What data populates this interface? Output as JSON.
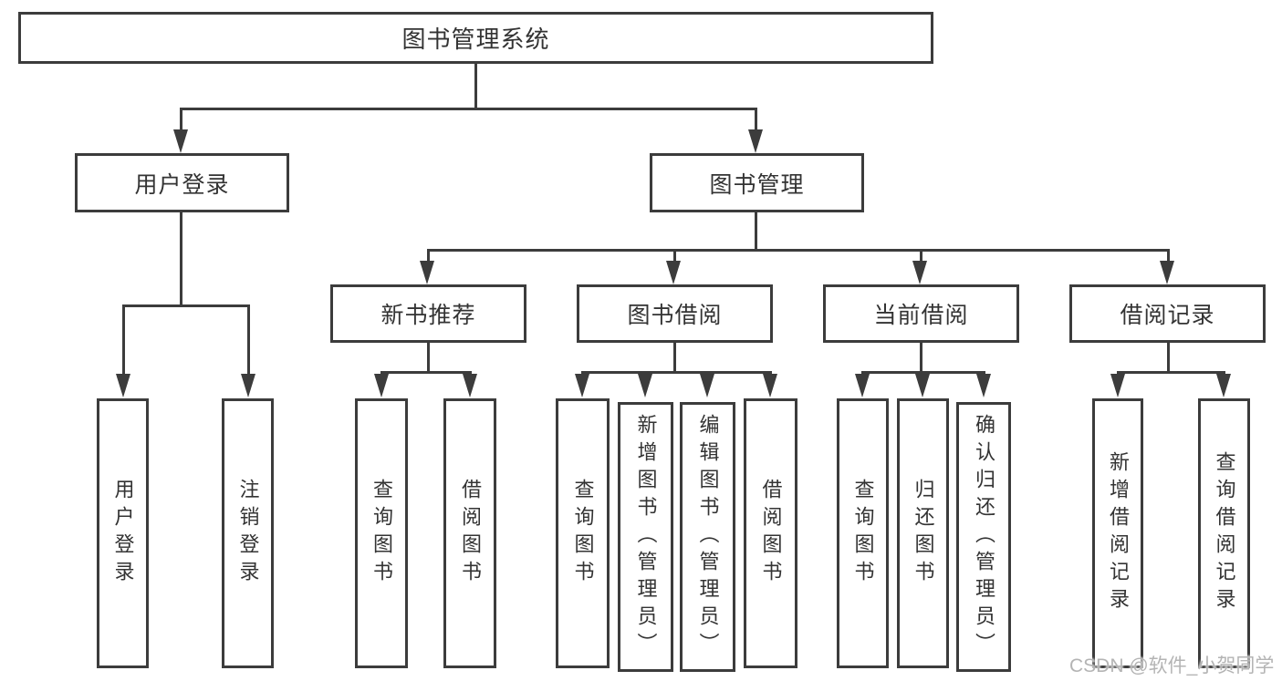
{
  "diagram": {
    "watermark": "CSDN @软件_小贺同学",
    "colors": {
      "line": "#3c3c3c",
      "text": "#333333",
      "watermark": "#b4b4b4",
      "background": "#ffffff"
    },
    "nodes": {
      "root": {
        "label": "图书管理系统"
      },
      "level2": [
        {
          "label": "用户登录"
        },
        {
          "label": "图书管理"
        }
      ],
      "level3": [
        {
          "label": "新书推荐"
        },
        {
          "label": "图书借阅"
        },
        {
          "label": "当前借阅"
        },
        {
          "label": "借阅记录"
        }
      ],
      "level4": [
        {
          "label": "用户登录"
        },
        {
          "label": "注销登录"
        },
        {
          "label": "查询图书"
        },
        {
          "label": "借阅图书"
        },
        {
          "label": "查询图书"
        },
        {
          "label": "新增图书（管理员）"
        },
        {
          "label": "编辑图书（管理员）"
        },
        {
          "label": "借阅图书"
        },
        {
          "label": "查询图书"
        },
        {
          "label": "归还图书"
        },
        {
          "label": "确认归还（管理员）"
        },
        {
          "label": "新增借阅记录"
        },
        {
          "label": "查询借阅记录"
        }
      ]
    }
  }
}
